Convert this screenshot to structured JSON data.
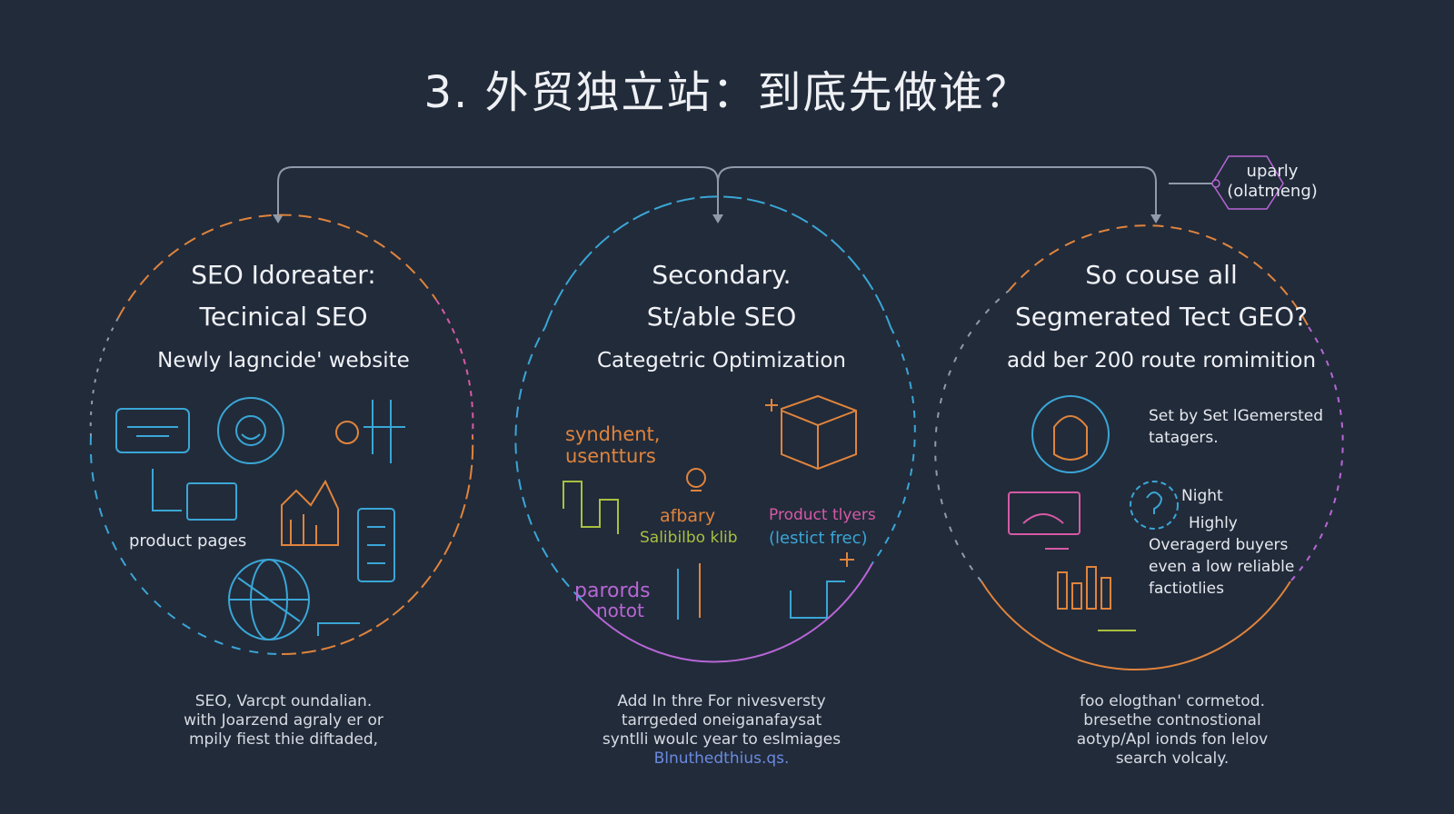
{
  "title": "3. 外贸独立站：到底先做谁？",
  "badge": {
    "line1": "uparly",
    "line2": "(olatmeng)"
  },
  "columns": [
    {
      "heading1": "SEO Idoreater:",
      "heading2": "Tecinical SEO",
      "subheading": "Newly lagncide' website",
      "labels": [
        "product pages"
      ],
      "footer": [
        "SEO, Varcpt oundalian.",
        "with Joarzend agraly er or",
        "mpily fiest thie diftaded,"
      ]
    },
    {
      "heading1": "Secondary.",
      "heading2": "St/able SEO",
      "subheading": "Categetric Optimization",
      "labels": [
        "syndhent,",
        "usentturs",
        "afbary",
        "Salibilbo klib",
        "Product tlyers",
        "(lestict frec)",
        "parords",
        "notot"
      ],
      "footer": [
        "Add In thre For nivesversty",
        "tarrgeded oneiganafaysat",
        "syntlli woulc year to eslmiages",
        "Blnuthedthius.qs."
      ]
    },
    {
      "heading1": "So couse all",
      "heading2": "Segmerated Tect GEO?",
      "subheading": "add ber 200 route romimition",
      "labels": [
        "Set by Set lGemersted",
        "tatagers.",
        "Night",
        "Highly",
        "Overagerd buyers",
        "even a low reliable",
        "factiotlies"
      ],
      "footer": [
        "foo elogthan' cormetod.",
        "bresethe contnostional",
        "aotyp/Apl ionds fon lelov",
        "search volcaly."
      ]
    }
  ],
  "colors": {
    "background": "#222b3a",
    "blue": "#3aa6d6",
    "orange": "#e0843c",
    "purple": "#b866d6",
    "pink": "#d65aa6",
    "green": "#a8c040",
    "connector": "#8f9aab"
  }
}
